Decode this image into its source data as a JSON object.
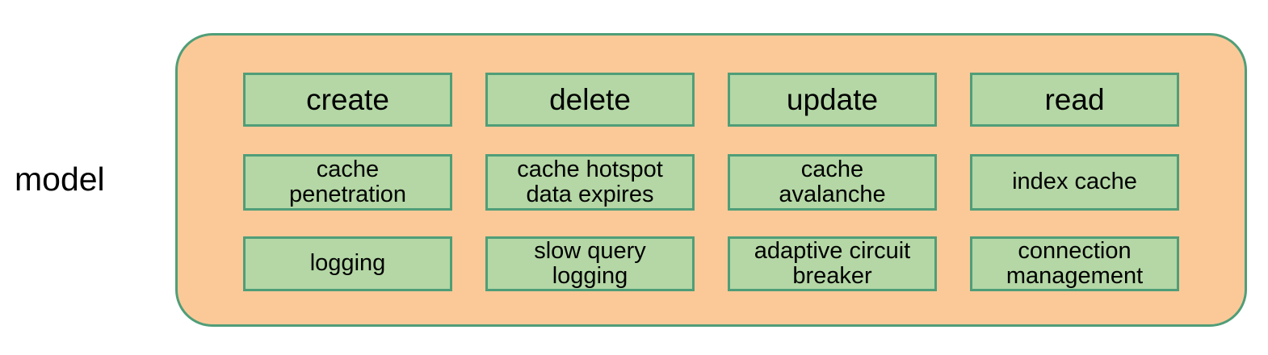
{
  "diagram": {
    "group_label": "model",
    "colors": {
      "container_fill": "#fbc998",
      "container_border": "#4f9e78",
      "box_fill": "#b4d7a5",
      "box_border": "#4f9e78",
      "text": "#000000",
      "page_background": "#ffffff"
    },
    "columns": [
      {
        "header": "create",
        "items": [
          "cache\npenetration",
          "logging"
        ]
      },
      {
        "header": "delete",
        "items": [
          "cache hotspot\ndata expires",
          "slow query\nlogging"
        ]
      },
      {
        "header": "update",
        "items": [
          "cache\navalanche",
          "adaptive circuit\nbreaker"
        ]
      },
      {
        "header": "read",
        "items": [
          "index cache",
          "connection\nmanagement"
        ]
      }
    ],
    "rows": [
      [
        "create",
        "delete",
        "update",
        "read"
      ],
      [
        "cache\npenetration",
        "cache hotspot\ndata expires",
        "cache\navalanche",
        "index cache"
      ],
      [
        "logging",
        "slow query\nlogging",
        "adaptive circuit\nbreaker",
        "connection\nmanagement"
      ]
    ]
  }
}
